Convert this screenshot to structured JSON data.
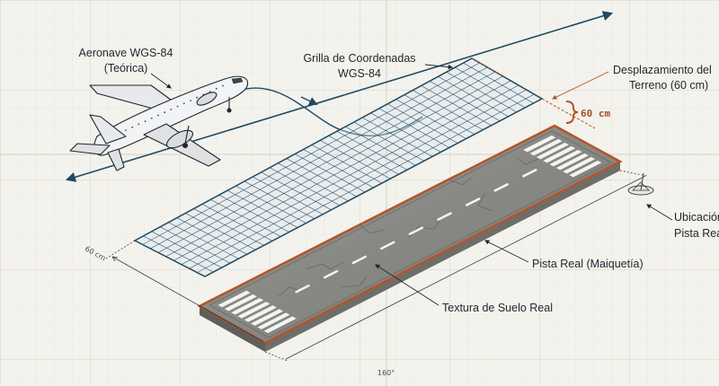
{
  "labels": {
    "aircraft": [
      "Aeronave WGS-84",
      "(Teórica)"
    ],
    "grid": [
      "Grilla de Coordenadas",
      "WGS-84"
    ],
    "offset": [
      "Desplazamiento del",
      "Terreno (60 cm)"
    ],
    "location": [
      "Ubicación",
      "Pista Real"
    ],
    "runway": "Pista Real (Maiquetía)",
    "texture": "Textura de Suelo Real"
  },
  "dimensions": {
    "offset_value": "60 cm",
    "width_value": "60 cm",
    "heading": "160°"
  },
  "colors": {
    "background": "#f3f2ec",
    "blueprint_lines": "#1d4a63",
    "accent": "#b5542a",
    "runway_fill": "#8c8d89"
  }
}
